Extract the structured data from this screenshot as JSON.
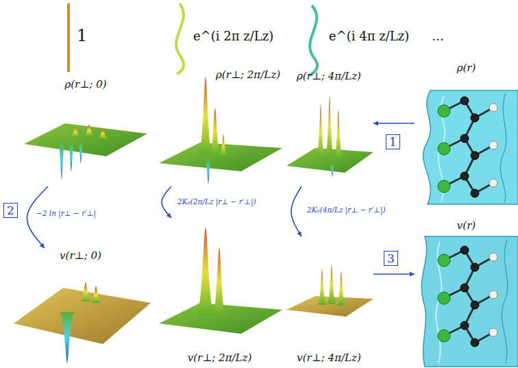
{
  "diagram": {
    "nodes": [
      {
        "text": [
          "ρ(r⊥; 0)"
        ]
      },
      {
        "text": [
          "ρ(r⊥; 2π/Lz)"
        ]
      },
      {
        "text": [
          "ρ(r⊥; 4π/Lz)"
        ]
      },
      {
        "text": [
          "ρ(r)"
        ]
      },
      {
        "text": [
          "v(r⊥; 0)"
        ]
      },
      {
        "text": [
          "v(r⊥; 2π/Lz)"
        ]
      },
      {
        "text": [
          "v(r⊥; 4π/Lz)"
        ]
      },
      {
        "text": [
          "v(r)"
        ]
      }
    ],
    "edges": [
      {
        "from": 0,
        "to": 4,
        "arrow": "to",
        "label": "−2 ln |r⊥ − r′⊥|"
      },
      {
        "from": 1,
        "to": 5,
        "arrow": "to",
        "label": "2K₀(2π/Lz |r⊥ − r′⊥|)"
      },
      {
        "from": 2,
        "to": 6,
        "arrow": "to",
        "label": "2K₀(4π/Lz |r⊥ − r′⊥|)"
      },
      {
        "from": 3,
        "to": 2,
        "arrow": "to"
      },
      {
        "from": 6,
        "to": 7,
        "arrow": "to"
      }
    ],
    "labels": [
      "1",
      "e^(i 2π z/Lz)",
      "e^(i 4π z/Lz)",
      "…",
      "1",
      "2",
      "3"
    ]
  }
}
